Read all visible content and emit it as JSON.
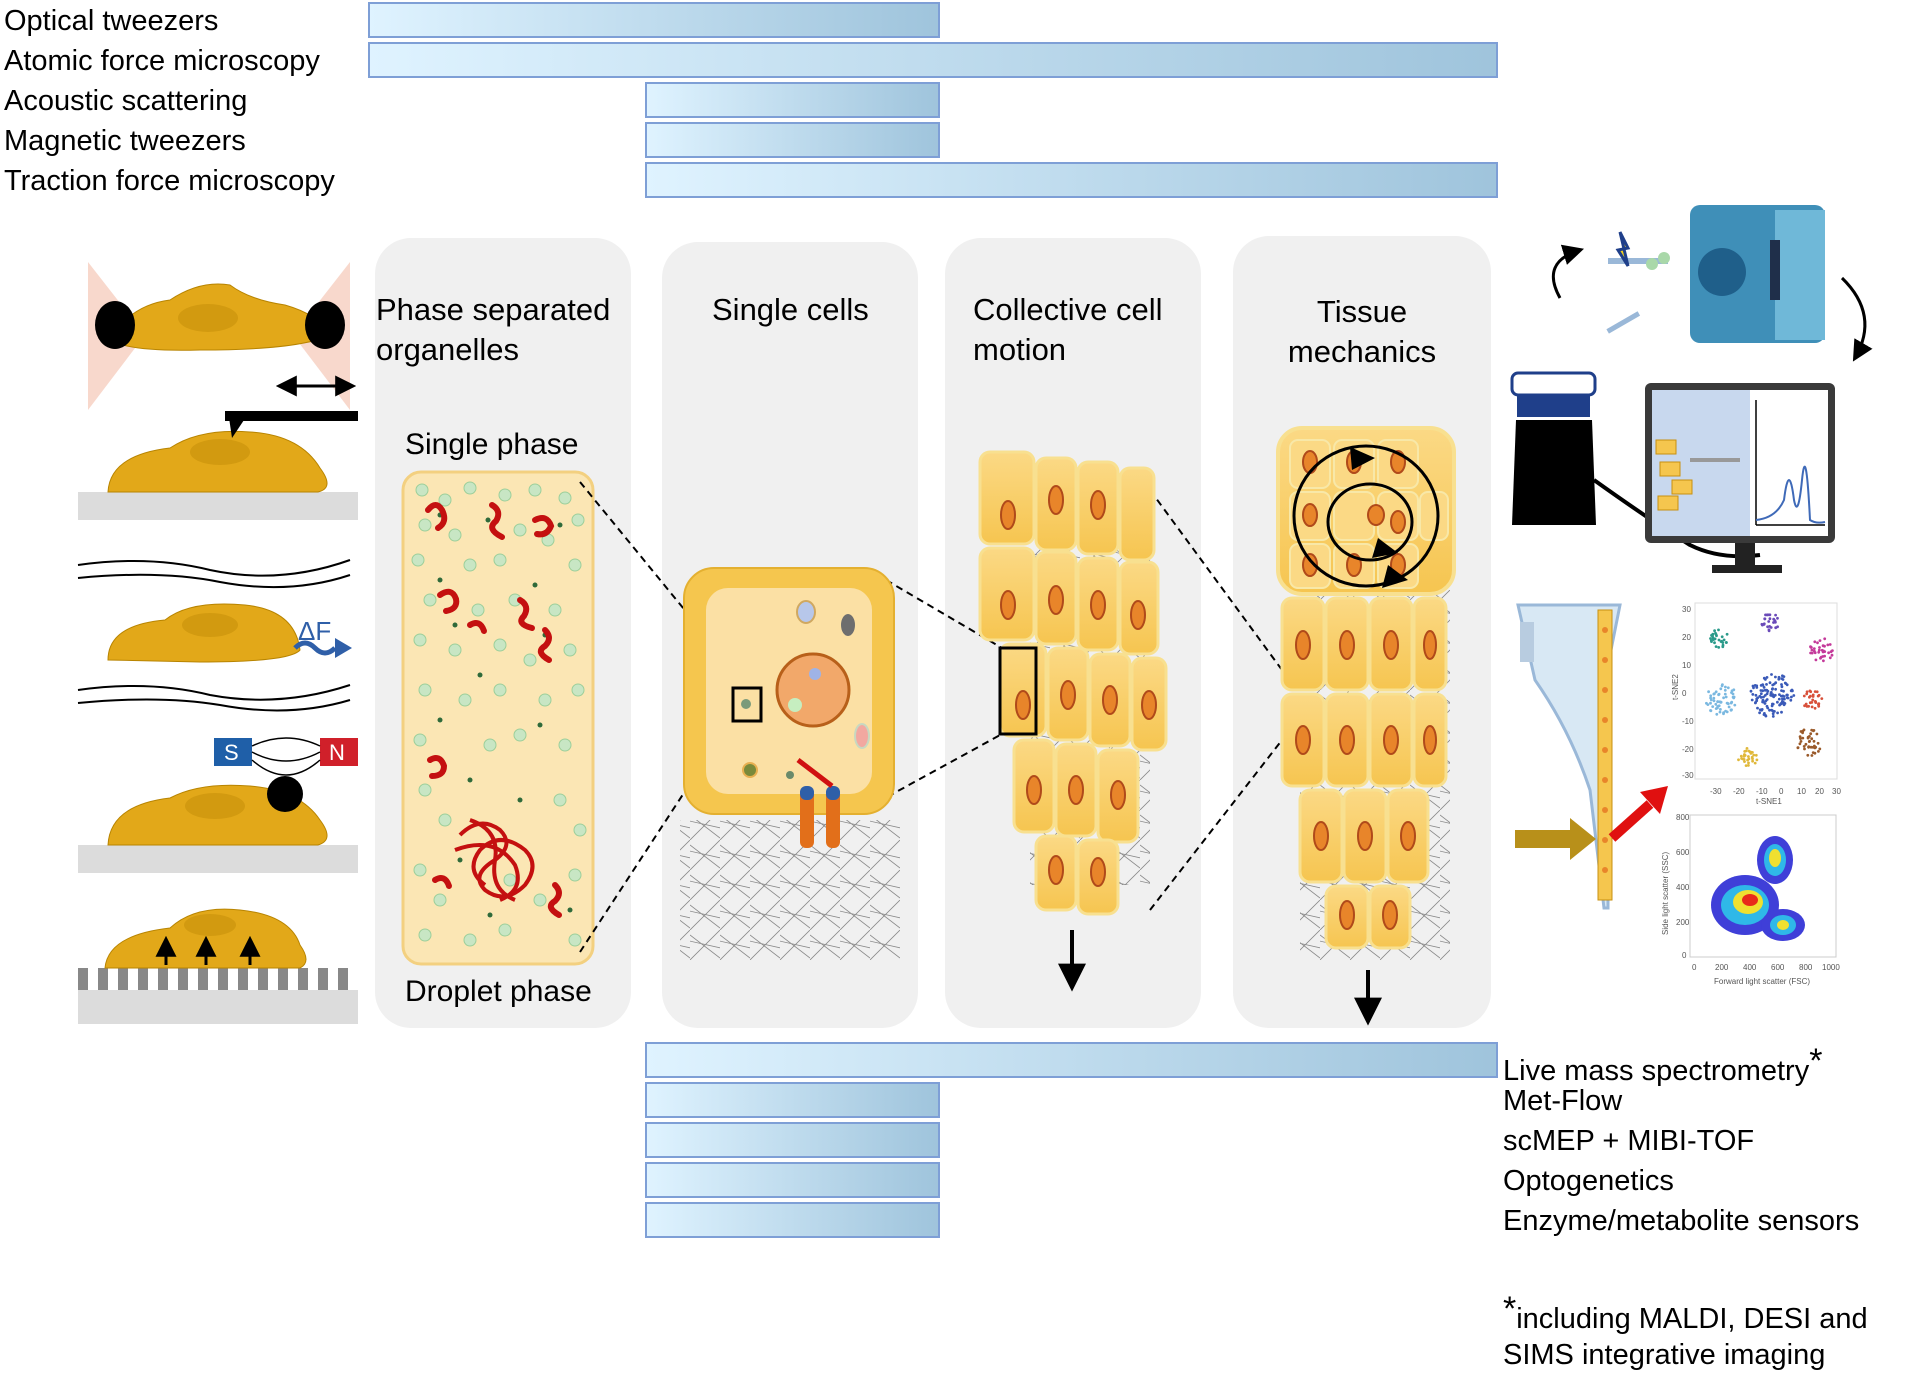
{
  "top_methods": [
    {
      "label": "Optical tweezers"
    },
    {
      "label": "Atomic force microscopy"
    },
    {
      "label": "Acoustic scattering"
    },
    {
      "label": "Magnetic tweezers"
    },
    {
      "label": "Traction force microscopy"
    }
  ],
  "panels": [
    {
      "title": "Phase separated organelles",
      "line1": "Phase separated",
      "line2": "organelles",
      "sub_top": "Single phase",
      "sub_bottom": "Droplet phase"
    },
    {
      "title": "Single cells"
    },
    {
      "title": "Collective cell motion",
      "line1": "Collective cell",
      "line2": "motion"
    },
    {
      "title": "Tissue mechanics",
      "line1": "Tissue",
      "line2": "mechanics"
    }
  ],
  "bottom_methods": [
    {
      "label": "Live mass spectrometry",
      "mark": "*"
    },
    {
      "label": "Met-Flow"
    },
    {
      "label": "scMEP + MIBI-TOF"
    },
    {
      "label": "Optogenetics"
    },
    {
      "label": "Enzyme/metabolite sensors"
    }
  ],
  "footnote": {
    "mark": "*",
    "line1": "including MALDI, DESI and",
    "line2": "SIMS integrative imaging"
  },
  "magnet": {
    "south": "S",
    "north": "N"
  },
  "force_label": "ΔF",
  "plots": {
    "tsne_x": "t-SNE1",
    "tsne_y": "t-SNE2",
    "tsne_xticks": [
      "-30",
      "-20",
      "-10",
      "0",
      "10",
      "20",
      "30"
    ],
    "tsne_yticks": [
      "30",
      "20",
      "10",
      "0",
      "-10",
      "-20",
      "-30"
    ],
    "flow_x": "Forward light scatter (FSC)",
    "flow_y": "Side light scatter (SSC)",
    "flow_xticks": [
      "0",
      "200",
      "400",
      "600",
      "800",
      "1000"
    ],
    "flow_yticks": [
      "800",
      "600",
      "400",
      "200",
      "0"
    ]
  },
  "colors": {
    "bar_border": "#7e9fd6",
    "bar_start": "#dff3ff",
    "bar_end": "#9fc4dc",
    "cell": "#e2a819",
    "panel": "#f0f0f0",
    "condensate": "#d01010"
  }
}
